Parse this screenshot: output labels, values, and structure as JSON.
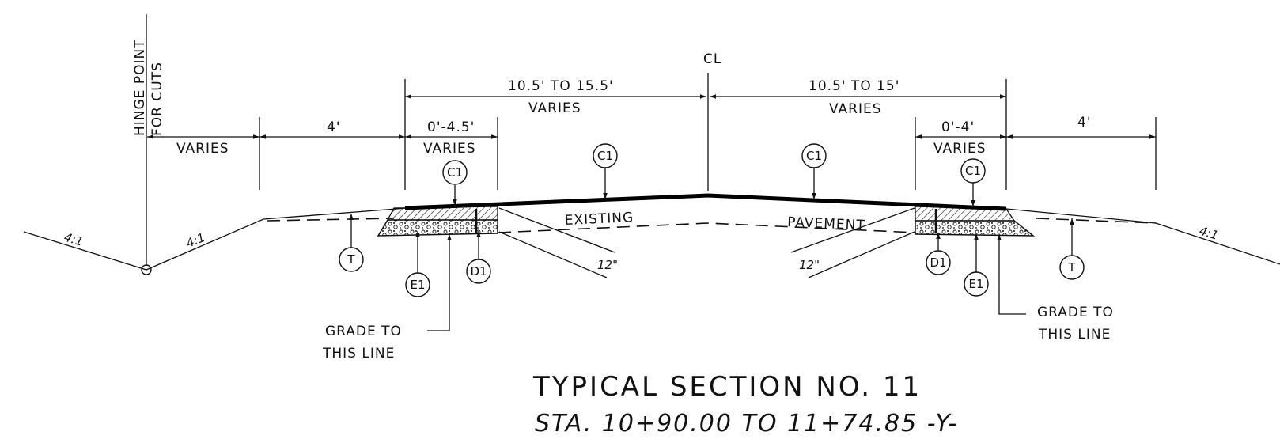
{
  "hinge": {
    "line1": "HINGE POINT",
    "line2": "FOR CUTS"
  },
  "centerline": "CL",
  "dims": {
    "varies_left": "VARIES",
    "four_left": "4'",
    "four_right": "4'",
    "lane_left_top": "10.5' TO 15.5'",
    "lane_left_bot": "VARIES",
    "lane_right_top": "10.5' TO 15'",
    "lane_right_bot": "VARIES",
    "wide_left_top": "0'-4.5'",
    "wide_left_bot": "VARIES",
    "wide_right_top": "0'-4'",
    "wide_right_bot": "VARIES"
  },
  "slopes": {
    "far_left": "4:1",
    "inner_left": "4:1",
    "far_right": "4:1"
  },
  "existing": {
    "left": "EXISTING",
    "right": "PAVEMENT"
  },
  "depth": {
    "left": "12\"",
    "right": "12\""
  },
  "callouts": {
    "c1": "C1",
    "d1": "D1",
    "e1": "E1",
    "t": "T"
  },
  "grade_note": {
    "line1": "GRADE TO",
    "line2": "THIS LINE"
  },
  "title": "TYPICAL SECTION NO. 11",
  "subtitle": "STA. 10+90.00 TO 11+74.85 -Y-"
}
